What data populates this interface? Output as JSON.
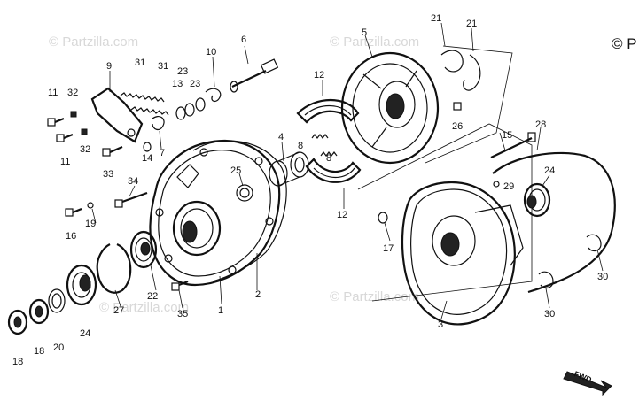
{
  "diagram": {
    "copyright_mark": "© P",
    "watermark": "© Partzilla.com",
    "direction_label": "FWD",
    "part_labels": {
      "p1": "1",
      "p2": "2",
      "p3": "3",
      "p4": "4",
      "p5": "5",
      "p6": "6",
      "p7": "7",
      "p8a": "8",
      "p8b": "8",
      "p9": "9",
      "p10": "10",
      "p11a": "11",
      "p11b": "11",
      "p12a": "12",
      "p12b": "12",
      "p13": "13",
      "p14": "14",
      "p15": "15",
      "p16": "16",
      "p17": "17",
      "p18a": "18",
      "p18b": "18",
      "p19": "19",
      "p20": "20",
      "p21a": "21",
      "p21b": "21",
      "p22": "22",
      "p23a": "23",
      "p23b": "23",
      "p24a": "24",
      "p24b": "24",
      "p25": "25",
      "p26": "26",
      "p27": "27",
      "p28": "28",
      "p29": "29",
      "p30a": "30",
      "p30b": "30",
      "p31a": "31",
      "p31b": "31",
      "p32a": "32",
      "p32b": "32",
      "p33": "33",
      "p34": "34",
      "p35": "35"
    }
  }
}
